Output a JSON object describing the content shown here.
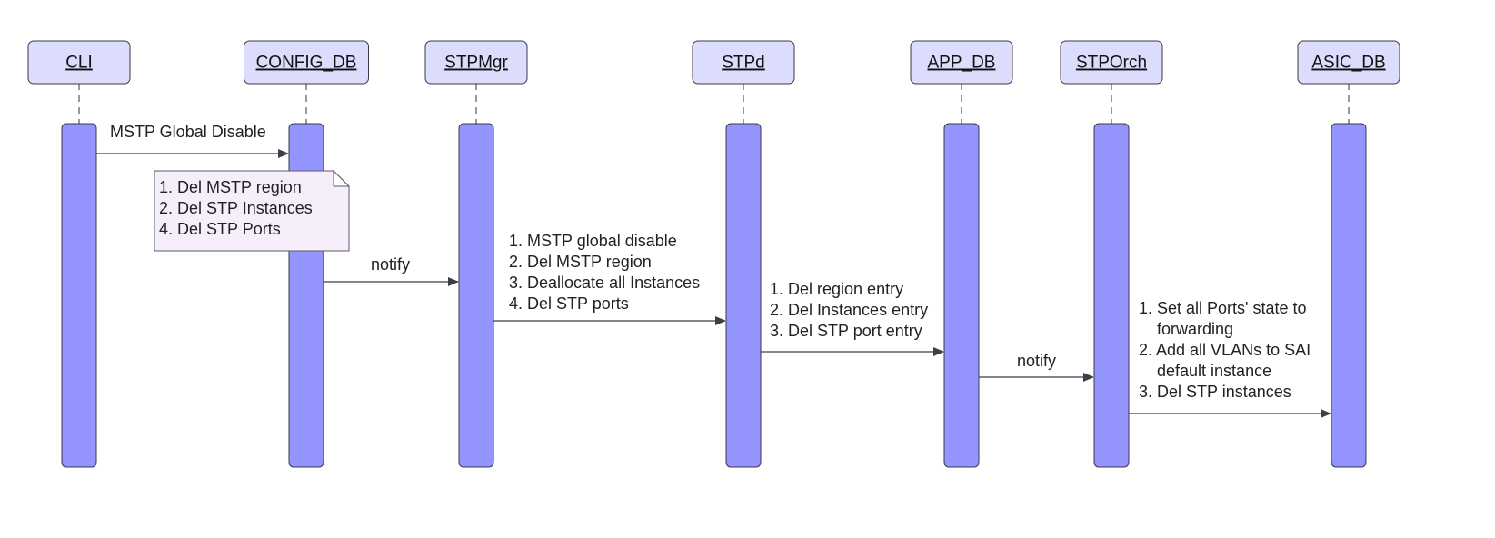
{
  "participants": [
    {
      "id": "cli",
      "label": "CLI"
    },
    {
      "id": "config_db",
      "label": "CONFIG_DB"
    },
    {
      "id": "stpmgr",
      "label": "STPMgr"
    },
    {
      "id": "stpd",
      "label": "STPd"
    },
    {
      "id": "app_db",
      "label": "APP_DB"
    },
    {
      "id": "stporch",
      "label": "STPOrch"
    },
    {
      "id": "asic_db",
      "label": "ASIC_DB"
    }
  ],
  "messages": [
    {
      "from": "cli",
      "to": "config_db",
      "lines": [
        "MSTP Global Disable"
      ]
    },
    {
      "from": "config_db",
      "to": "stpmgr",
      "lines": [
        "notify"
      ]
    },
    {
      "from": "stpmgr",
      "to": "stpd",
      "lines": [
        "1. MSTP global disable",
        "2. Del MSTP region",
        "3. Deallocate all Instances",
        "4. Del STP ports"
      ]
    },
    {
      "from": "stpd",
      "to": "app_db",
      "lines": [
        "1. Del region entry",
        "2. Del Instances entry",
        "3. Del STP port entry"
      ]
    },
    {
      "from": "app_db",
      "to": "stporch",
      "lines": [
        "notify"
      ]
    },
    {
      "from": "stporch",
      "to": "asic_db",
      "lines": [
        "1. Set all Ports' state to",
        "    forwarding",
        "2. Add all VLANs to SAI",
        "    default instance",
        "3. Del STP instances"
      ]
    }
  ],
  "note": {
    "attached_to": "config_db",
    "lines": [
      "1. Del MSTP region",
      "2. Del STP Instances",
      "4. Del STP Ports"
    ]
  }
}
